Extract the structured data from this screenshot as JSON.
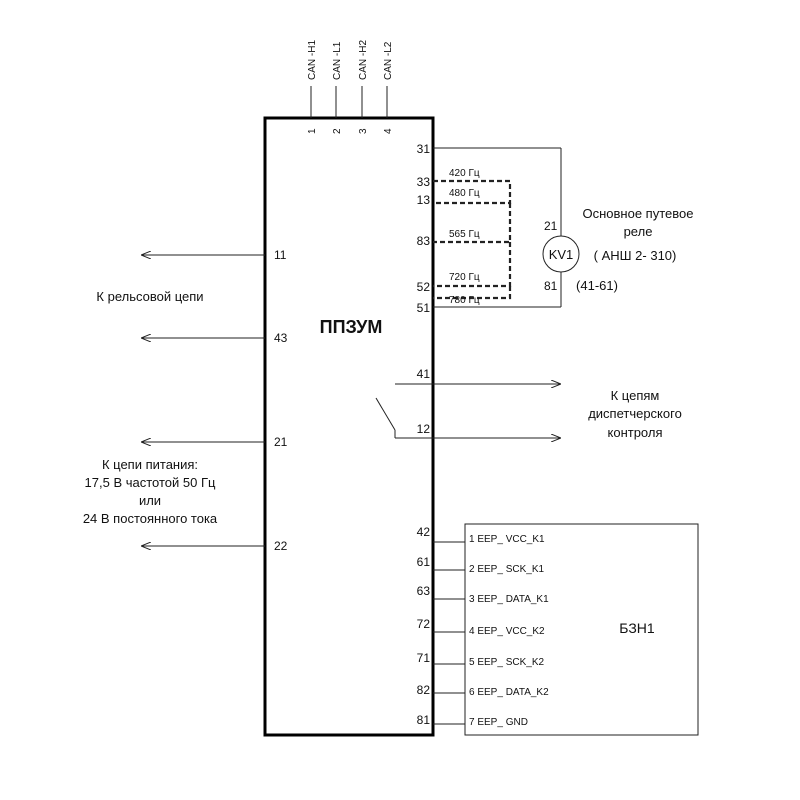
{
  "main_block": {
    "title": "ППЗУМ",
    "can_labels": [
      "CAN -H1",
      "CAN -L1",
      "CAN -H2",
      "CAN -L2"
    ],
    "can_pins": [
      "1",
      "2",
      "3",
      "4"
    ],
    "left_pins": [
      "11",
      "43",
      "21",
      "22"
    ],
    "right_pins": {
      "p31": "31",
      "p33": "33",
      "p13": "13",
      "p83": "83",
      "p52": "52",
      "p51": "51",
      "p41": "41",
      "p12": "12"
    },
    "eep_pins": [
      "42",
      "61",
      "63",
      "72",
      "71",
      "82",
      "81"
    ]
  },
  "frequencies": [
    "420 Гц",
    "480 Гц",
    "565 Гц",
    "720 Гц",
    "780 Гц"
  ],
  "relay": {
    "symbol": "KV1",
    "pin_top": "21",
    "pin_bottom": "81",
    "name_line1": "Основное путевое",
    "name_line2": "реле",
    "model": "( АНШ 2- 310)",
    "range": "(41-61)"
  },
  "labels": {
    "rail": "К рельсовой цепи",
    "power_line1": "К цепи питания:",
    "power_line2": "17,5 В частотой 50 Гц",
    "power_line3": "или",
    "power_line4": "24 В постоянного тока",
    "dispatch_line1": "К цепям",
    "dispatch_line2": "диспетчерского",
    "dispatch_line3": "контроля"
  },
  "bzn": {
    "title": "БЗН1",
    "signals": [
      "1 EEP_ VCC_K1",
      "2 EEP_ SCK_K1",
      "3 EEP_ DATA_K1",
      "4 EEP_ VCC_K2",
      "5 EEP_ SCK_K2",
      "6 EEP_ DATA_K2",
      "7 EEP_ GND"
    ]
  }
}
